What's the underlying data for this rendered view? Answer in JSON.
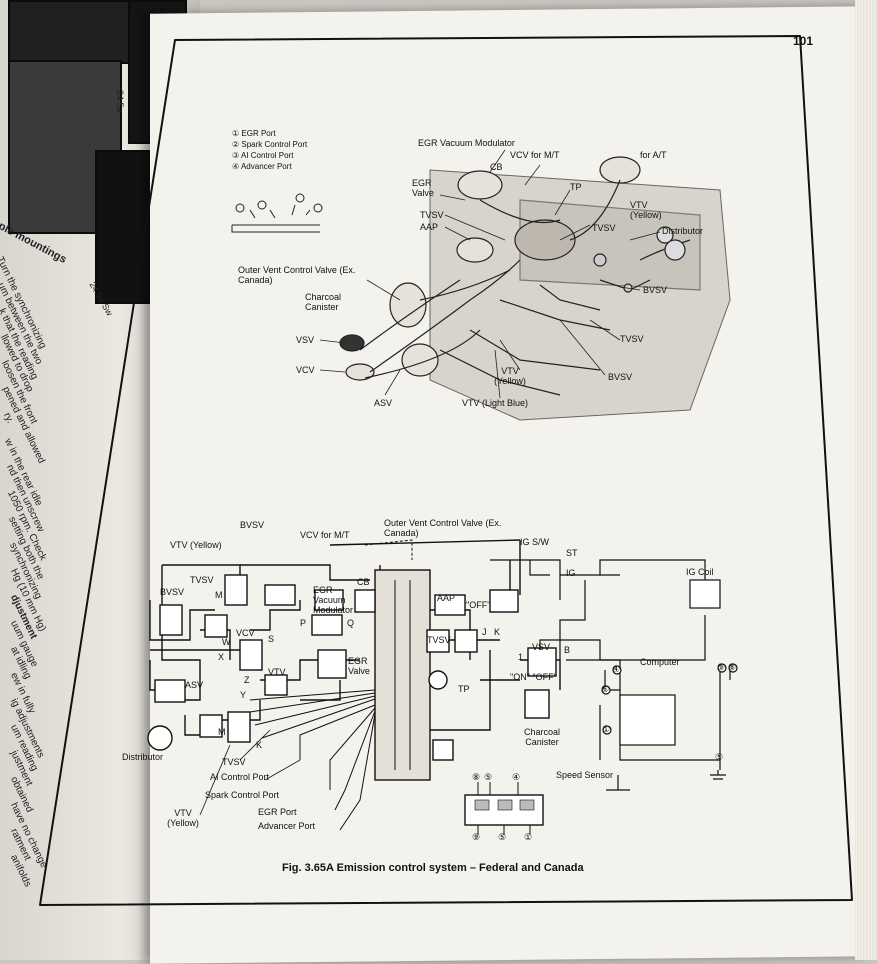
{
  "page_number": "101",
  "left_page": {
    "clamp_label": "clamp",
    "mountings_label": "ple mountings",
    "photo_label_1": "24.5a",
    "photo_label_2": "24.5a Sw",
    "text_lines": [
      "Turn the synchronizing",
      "um between the two",
      "k that the reading",
      "llowed to drop",
      "loosen the front",
      "pened and allowed",
      "ry.",
      "w in the rear idle",
      "nd then unscrew",
      "1050 rpm. Check",
      "setting both the",
      "synchronizing",
      "Hg (10 mm Hg)",
      "djustment",
      "uum gauge",
      "at idling",
      "ew in fully",
      "ig adjustments",
      "um reading",
      "justment",
      "obtained",
      "have no change",
      "ratment",
      "anifolds"
    ]
  },
  "top_diagram": {
    "legend": [
      "① EGR Port",
      "② Spark Control Port",
      "③ AI Control Port",
      "④ Advancer Port"
    ],
    "labels": {
      "egr_vacuum_modulator": "EGR Vacuum Modulator",
      "vcv_mt": "VCV for M/T",
      "for_at": "for A/T",
      "cb": "CB",
      "egr_valve": "EGR Valve",
      "tp": "TP",
      "tvsv_1": "TVSV",
      "aap": "AAP",
      "vtv_yellow_right": "VTV (Yellow)",
      "tvsv_2": "TVSV",
      "distributor": "Distributor",
      "outer_vent": "Outer Vent Control Valve (Ex. Canada)",
      "charcoal_canister": "Charcoal Canister",
      "bvsv_1": "BVSV",
      "vsv": "VSV",
      "tvsv_3": "TVSV",
      "vcv": "VCV",
      "vtv_yellow": "VTV (Yellow)",
      "bvsv_2": "BVSV",
      "asv": "ASV",
      "vtv_light_blue": "VTV (Light Blue)"
    }
  },
  "schematic": {
    "labels": {
      "bvsv_top": "BVSV",
      "vcv_mt": "VCV for M/T",
      "outer_vent": "Outer Vent Control Valve (Ex. Canada)",
      "vtv_yellow": "VTV (Yellow)",
      "ig_sw": "IG S/W",
      "st": "ST",
      "tvsv_left": "TVSV",
      "ig": "IG",
      "ig_coil": "IG Coil",
      "bvsv_left": "BVSV",
      "egr_vacuum_modulator": "EGR Vacuum Modulator",
      "cb": "CB",
      "aap": "AAP",
      "off_1": "\"OFF\"",
      "m": "M",
      "vcv": "VCV",
      "p": "P",
      "q": "Q",
      "tvsv_mid": "TVSV",
      "w": "W",
      "s": "S",
      "j": "J",
      "k": "K",
      "egr_valve": "EGR Valve",
      "x": "X",
      "vsv": "VSV",
      "b": "B",
      "computer": "Computer",
      "on_off": "\"ON\" \"OFF\"",
      "one": "1",
      "vtv": "VTV",
      "asv": "ASV",
      "z": "Z",
      "tp": "TP",
      "y": "Y",
      "charcoal_canister": "Charcoal Canister",
      "distributor": "Distributor",
      "m2": "M",
      "k2": "K",
      "tvsv_bottom": "TVSV",
      "speed_sensor": "Speed Sensor",
      "ai_control_port": "AI Control Port",
      "spark_control_port": "Spark Control Port",
      "vtv_yellow_bottom": "VTV (Yellow)",
      "egr_port": "EGR Port",
      "advancer_port": "Advancer Port",
      "n8": "⑧",
      "n5": "⑤",
      "n4": "④",
      "n9": "⑨",
      "n5b": "⑤",
      "n1": "①",
      "c4": "④",
      "c6": "⑥",
      "c1": "①",
      "c5": "⑤",
      "c9": "⑨",
      "c8": "⑧"
    }
  },
  "caption": "Fig. 3.65A Emission control system – Federal and Canada"
}
